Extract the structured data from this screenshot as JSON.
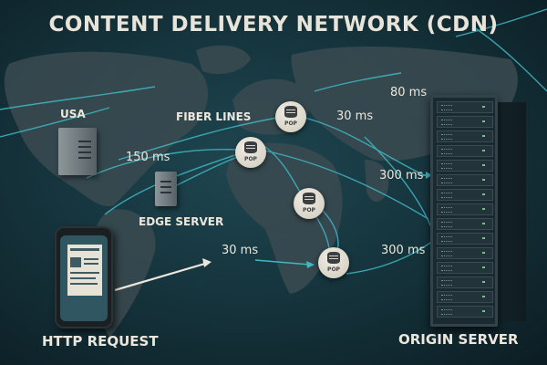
{
  "title": "CONTENT DELIVERY NETWORK (CDN)",
  "labels": {
    "usa": "USA",
    "fiber_lines": "FIBER LINES",
    "edge_server": "EDGE SERVER",
    "http_request": "HTTP REQUEST",
    "origin_server": "ORIGIN SERVER"
  },
  "pop_label": "POP",
  "latencies": {
    "usa_to_europe": "150 ms",
    "europe_east": "30 ms",
    "asia": "80 ms",
    "origin_top": "300 ms",
    "origin_bottom": "300 ms",
    "phone_to_africa": "30 ms"
  },
  "colors": {
    "background": "#16353e",
    "land": "#3a4a50",
    "fiber": "#3fb8c4",
    "text": "#ece7dc"
  }
}
